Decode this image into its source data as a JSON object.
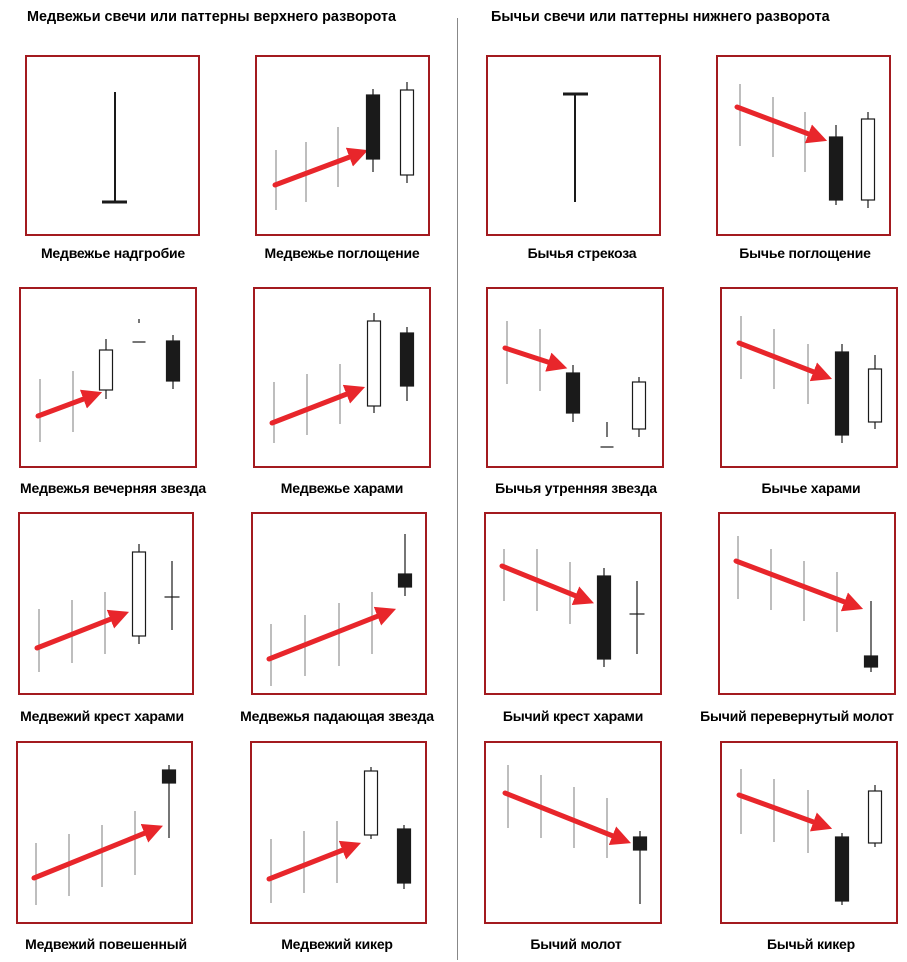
{
  "headings": {
    "left": "Медвежьи свечи или паттерны верхнего разворота",
    "right": "Бычьи свечи или паттерны нижнего разворота"
  },
  "colors": {
    "frame": "#a31a1f",
    "arrow": "#e8262b",
    "trend_line": "#a8a8a8",
    "candle": "#1a1a1a"
  },
  "patterns": [
    {
      "id": "bearish-gravestone",
      "label": "Медвежье надгробие"
    },
    {
      "id": "bearish-engulfing",
      "label": "Медвежье поглощение"
    },
    {
      "id": "bullish-dragonfly",
      "label": "Бычья стрекоза"
    },
    {
      "id": "bullish-engulfing",
      "label": "Бычье поглощение"
    },
    {
      "id": "bearish-evening-star",
      "label": "Медвежья вечерняя звезда"
    },
    {
      "id": "bearish-harami",
      "label": "Медвежье харами"
    },
    {
      "id": "bullish-morning-star",
      "label": "Бычья утренняя звезда"
    },
    {
      "id": "bullish-harami",
      "label": "Бычье харами"
    },
    {
      "id": "bearish-harami-cross",
      "label": "Медвежий крест  харами"
    },
    {
      "id": "bearish-shooting-star",
      "label": "Медвежья падающая звезда"
    },
    {
      "id": "bullish-harami-cross",
      "label": "Бычий крест  харами"
    },
    {
      "id": "bullish-inverted-hammer",
      "label": "Бычий перевернутый молот"
    },
    {
      "id": "bearish-hanging-man",
      "label": "Медвежий повешенный"
    },
    {
      "id": "bearish-kicker",
      "label": "Медвежий кикер"
    },
    {
      "id": "bullish-hammer",
      "label": "Бычий молот"
    },
    {
      "id": "bullish-kicker",
      "label": "Бычьй кикер"
    }
  ]
}
